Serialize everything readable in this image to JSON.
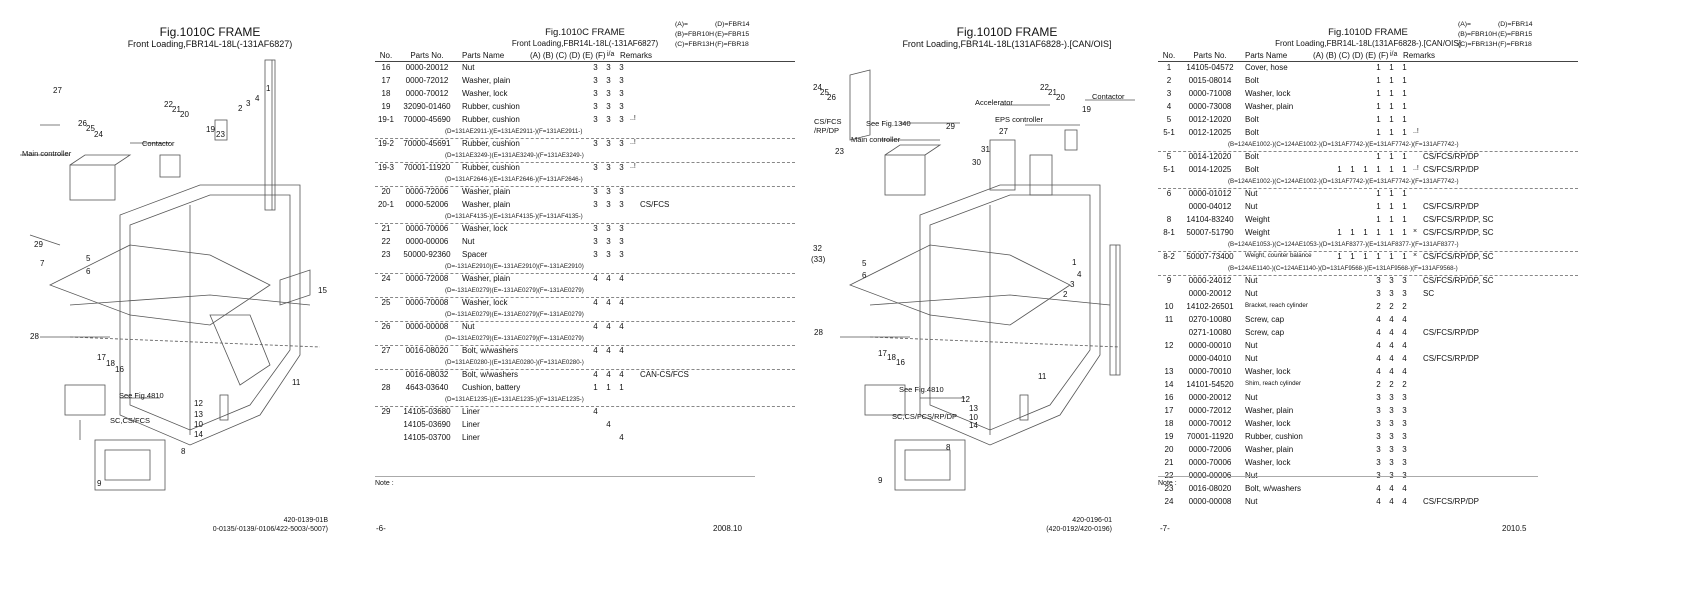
{
  "left": {
    "fig_title": "Fig.1010C  FRAME",
    "fig_sub": "Front Loading,FBR14L-18L(-131AF6827)",
    "labels": {
      "main_controller": "Main controller",
      "contactor": "Contactor",
      "see_fig": "See Fig.4810",
      "sc": "SC,CS/FCS"
    },
    "callouts": [
      "27",
      "26",
      "25",
      "24",
      "22",
      "21",
      "20",
      "1",
      "2",
      "3",
      "4",
      "19",
      "23",
      "29",
      "5",
      "6",
      "7",
      "15",
      "28",
      "17",
      "18",
      "16",
      "11",
      "12",
      "13",
      "10",
      "14",
      "8",
      "9"
    ],
    "drawing_code": "420-0139-01B",
    "drawing_ref": "0-0135/-0139/-0106/422-5003/-5007)",
    "table": {
      "title": "Fig.1010C  FRAME",
      "sub": "Front Loading,FBR14L-18L(-131AF6827)",
      "legend": [
        "(A)=",
        "(D)=FBR14",
        "(B)=FBR10H",
        "(E)=FBR15",
        "(C)=FBR13H",
        "(F)=FBR18"
      ],
      "headers": {
        "no": "No.",
        "pn": "Parts No.",
        "name": "Parts Name",
        "qty": "(A) (B) (C) (D) (E) (F)",
        "ia": "i/a",
        "rem": "Remarks"
      },
      "rows": [
        {
          "no": "16",
          "pn": "0000-20012",
          "name": "Nut",
          "q": [
            "",
            "",
            "",
            "3",
            "3",
            "3"
          ],
          "ia": "",
          "rem": ""
        },
        {
          "no": "17",
          "pn": "0000-72012",
          "name": "Washer, plain",
          "q": [
            "",
            "",
            "",
            "3",
            "3",
            "3"
          ],
          "ia": "",
          "rem": ""
        },
        {
          "no": "18",
          "pn": "0000-70012",
          "name": "Washer, lock",
          "q": [
            "",
            "",
            "",
            "3",
            "3",
            "3"
          ],
          "ia": "",
          "rem": ""
        },
        {
          "no": "19",
          "pn": "32090-01460",
          "name": "Rubber, cushion",
          "q": [
            "",
            "",
            "",
            "3",
            "3",
            "3"
          ],
          "ia": "",
          "rem": ""
        },
        {
          "no": "19-1",
          "pn": "70000-45690",
          "name": "Rubber, cushion",
          "q": [
            "",
            "",
            "",
            "3",
            "3",
            "3"
          ],
          "ia": "..!",
          "rem": "",
          "note": "(D=131AE2911-)(E=131AE2911-)(F=131AE2911-)"
        },
        {
          "no": "19-2",
          "pn": "70000-45691",
          "name": "Rubber, cushion",
          "q": [
            "",
            "",
            "",
            "3",
            "3",
            "3"
          ],
          "ia": "..!",
          "rem": "",
          "note": "(D=131AE3249-)(E=131AE3249-)(F=131AE3249-)"
        },
        {
          "no": "19-3",
          "pn": "70001-11920",
          "name": "Rubber, cushion",
          "q": [
            "",
            "",
            "",
            "3",
            "3",
            "3"
          ],
          "ia": "..!",
          "rem": "",
          "note": "(D=131AF2646-)(E=131AF2646-)(F=131AF2646-)"
        },
        {
          "no": "20",
          "pn": "0000-72006",
          "name": "Washer, plain",
          "q": [
            "",
            "",
            "",
            "3",
            "3",
            "3"
          ],
          "ia": "",
          "rem": ""
        },
        {
          "no": "20-1",
          "pn": "0000-52006",
          "name": "Washer, plain",
          "q": [
            "",
            "",
            "",
            "3",
            "3",
            "3"
          ],
          "ia": "",
          "rem": "CS/FCS",
          "note": "(D=131AF4135-)(E=131AF4135-)(F=131AF4135-)"
        },
        {
          "no": "21",
          "pn": "0000-70006",
          "name": "Washer, lock",
          "q": [
            "",
            "",
            "",
            "3",
            "3",
            "3"
          ],
          "ia": "",
          "rem": ""
        },
        {
          "no": "22",
          "pn": "0000-00006",
          "name": "Nut",
          "q": [
            "",
            "",
            "",
            "3",
            "3",
            "3"
          ],
          "ia": "",
          "rem": ""
        },
        {
          "no": "23",
          "pn": "50000-92360",
          "name": "Spacer",
          "q": [
            "",
            "",
            "",
            "3",
            "3",
            "3"
          ],
          "ia": "",
          "rem": "",
          "note": "(D=-131AE2910)(E=-131AE2910)(F=-131AE2910)"
        },
        {
          "no": "24",
          "pn": "0000-72008",
          "name": "Washer, plain",
          "q": [
            "",
            "",
            "",
            "4",
            "4",
            "4"
          ],
          "ia": "",
          "rem": "",
          "note": "(D=-131AE0279)(E=-131AE0279)(F=-131AE0279)"
        },
        {
          "no": "25",
          "pn": "0000-70008",
          "name": "Washer, lock",
          "q": [
            "",
            "",
            "",
            "4",
            "4",
            "4"
          ],
          "ia": "",
          "rem": "",
          "note": "(D=-131AE0279)(E=-131AE0279)(F=-131AE0279)"
        },
        {
          "no": "26",
          "pn": "0000-00008",
          "name": "Nut",
          "q": [
            "",
            "",
            "",
            "4",
            "4",
            "4"
          ],
          "ia": "",
          "rem": "",
          "note": "(D=-131AE0279)(E=-131AE0279)(F=-131AE0279)"
        },
        {
          "no": "27",
          "pn": "0016-08020",
          "name": "Bolt, w/washers",
          "q": [
            "",
            "",
            "",
            "4",
            "4",
            "4"
          ],
          "ia": "",
          "rem": "",
          "note": "(D=131AE0280-)(E=131AE0280-)(F=131AE0280-)"
        },
        {
          "no": "",
          "pn": "0016-08032",
          "name": "Bolt, w/washers",
          "q": [
            "",
            "",
            "",
            "4",
            "4",
            "4"
          ],
          "ia": "",
          "rem": "CAN-CS/FCS"
        },
        {
          "no": "28",
          "pn": "4643-03640",
          "name": "Cushion, battery",
          "q": [
            "",
            "",
            "",
            "1",
            "1",
            "1"
          ],
          "ia": "",
          "rem": "",
          "note": "(D=131AE1235-)(E=131AE1235-)(F=131AE1235-)"
        },
        {
          "no": "29",
          "pn": "14105-03680",
          "name": "Liner",
          "q": [
            "",
            "",
            "",
            "4",
            "",
            ""
          ],
          "ia": "",
          "rem": ""
        },
        {
          "no": "",
          "pn": "14105-03690",
          "name": "Liner",
          "q": [
            "",
            "",
            "",
            "",
            "4",
            ""
          ],
          "ia": "",
          "rem": ""
        },
        {
          "no": "",
          "pn": "14105-03700",
          "name": "Liner",
          "q": [
            "",
            "",
            "",
            "",
            "",
            "4"
          ],
          "ia": "",
          "rem": ""
        }
      ],
      "note_label": "Note :",
      "page": "-6-",
      "date": "2008.10"
    }
  },
  "right": {
    "fig_title": "Fig.1010D  FRAME",
    "fig_sub": "Front Loading,FBR14L-18L(131AF6828-).[CAN/OIS]",
    "labels": {
      "cs": "CS/FCS",
      "rp": "/RP/DP",
      "see1340": "See Fig.1340",
      "main_controller": "Main controller",
      "accelerator": "Accelerator",
      "eps": "EPS controller",
      "contactor": "Contactor",
      "see_fig": "See Fig.4810",
      "sc": "SC,CS/FCS/RP/DP"
    },
    "callouts": [
      "24",
      "25",
      "26",
      "23",
      "29",
      "30",
      "31",
      "27",
      "22",
      "21",
      "20",
      "19",
      "1",
      "2",
      "3",
      "4",
      "5",
      "6",
      "32",
      "(33)",
      "28",
      "17",
      "18",
      "16",
      "11",
      "12",
      "13",
      "10",
      "14",
      "8",
      "9"
    ],
    "drawing_code": "420-0196-01",
    "drawing_ref": "(420-0192/420-0196)",
    "table": {
      "title": "Fig.1010D  FRAME",
      "sub": "Front Loading,FBR14L-18L(131AF6828-).[CAN/OIS]",
      "legend": [
        "(A)=",
        "(D)=FBR14",
        "(B)=FBR10H",
        "(E)=FBR15",
        "(C)=FBR13H",
        "(F)=FBR18"
      ],
      "headers": {
        "no": "No.",
        "pn": "Parts No.",
        "name": "Parts Name",
        "qty": "(A) (B) (C) (D) (E) (F)",
        "ia": "i/a",
        "rem": "Remarks"
      },
      "rows": [
        {
          "no": "1",
          "pn": "14105-04572",
          "name": "Cover, hose",
          "q": [
            "",
            "",
            "",
            "1",
            "1",
            "1"
          ],
          "ia": "",
          "rem": ""
        },
        {
          "no": "2",
          "pn": "0015-08014",
          "name": "Bolt",
          "q": [
            "",
            "",
            "",
            "1",
            "1",
            "1"
          ],
          "ia": "",
          "rem": ""
        },
        {
          "no": "3",
          "pn": "0000-71008",
          "name": "Washer, lock",
          "q": [
            "",
            "",
            "",
            "1",
            "1",
            "1"
          ],
          "ia": "",
          "rem": ""
        },
        {
          "no": "4",
          "pn": "0000-73008",
          "name": "Washer, plain",
          "q": [
            "",
            "",
            "",
            "1",
            "1",
            "1"
          ],
          "ia": "",
          "rem": ""
        },
        {
          "no": "5",
          "pn": "0012-12020",
          "name": "Bolt",
          "q": [
            "",
            "",
            "",
            "1",
            "1",
            "1"
          ],
          "ia": "",
          "rem": ""
        },
        {
          "no": "5-1",
          "pn": "0012-12025",
          "name": "Bolt",
          "q": [
            "",
            "",
            "",
            "1",
            "1",
            "1"
          ],
          "ia": "..!",
          "rem": "",
          "note": "(B=124AE1002-)(C=124AE1002-)(D=131AF7742-)(E=131AF7742-)(F=131AF7742-)"
        },
        {
          "no": "5",
          "pn": "0014-12020",
          "name": "Bolt",
          "q": [
            "",
            "",
            "",
            "1",
            "1",
            "1"
          ],
          "ia": "",
          "rem": "CS/FCS/RP/DP"
        },
        {
          "no": "5-1",
          "pn": "0014-12025",
          "name": "Bolt",
          "q": [
            "1",
            "1",
            "1",
            "1",
            "1",
            "1"
          ],
          "ia": "..!",
          "rem": "CS/FCS/RP/DP",
          "note": "(B=124AE1002-)(C=124AE1002-)(D=131AF7742-)(E=131AF7742-)(F=131AF7742-)"
        },
        {
          "no": "6",
          "pn": "0000-01012",
          "name": "Nut",
          "q": [
            "",
            "",
            "",
            "1",
            "1",
            "1"
          ],
          "ia": "",
          "rem": ""
        },
        {
          "no": "",
          "pn": "0000-04012",
          "name": "Nut",
          "q": [
            "",
            "",
            "",
            "1",
            "1",
            "1"
          ],
          "ia": "",
          "rem": "CS/FCS/RP/DP"
        },
        {
          "no": "8",
          "pn": "14104-83240",
          "name": "Weight",
          "q": [
            "",
            "",
            "",
            "1",
            "1",
            "1"
          ],
          "ia": "",
          "rem": "CS/FCS/RP/DP, SC"
        },
        {
          "no": "8-1",
          "pn": "50007-51790",
          "name": "Weight",
          "q": [
            "1",
            "1",
            "1",
            "1",
            "1",
            "1"
          ],
          "ia": "×",
          "rem": "CS/FCS/RP/DP, SC",
          "note": "(B=124AE1053-)(C=124AE1053-)(D=131AF8377-)(E=131AF8377-)(F=131AF8377-)"
        },
        {
          "no": "8-2",
          "pn": "50007-73400",
          "name": "Weight, counter balance",
          "small": true,
          "q": [
            "1",
            "1",
            "1",
            "1",
            "1",
            "1"
          ],
          "ia": "×",
          "rem": "CS/FCS/RP/DP, SC",
          "note": "(B=124AE1140-)(C=124AE1140-)(D=131AF9568-)(E=131AF9568-)(F=131AF9568-)"
        },
        {
          "no": "9",
          "pn": "0000-24012",
          "name": "Nut",
          "q": [
            "",
            "",
            "",
            "3",
            "3",
            "3"
          ],
          "ia": "",
          "rem": "CS/FCS/RP/DP, SC"
        },
        {
          "no": "",
          "pn": "0000-20012",
          "name": "Nut",
          "q": [
            "",
            "",
            "",
            "3",
            "3",
            "3"
          ],
          "ia": "",
          "rem": "SC"
        },
        {
          "no": "10",
          "pn": "14102-26501",
          "name": "Bracket, reach cylinder",
          "small": true,
          "q": [
            "",
            "",
            "",
            "2",
            "2",
            "2"
          ],
          "ia": "",
          "rem": ""
        },
        {
          "no": "11",
          "pn": "0270-10080",
          "name": "Screw, cap",
          "q": [
            "",
            "",
            "",
            "4",
            "4",
            "4"
          ],
          "ia": "",
          "rem": ""
        },
        {
          "no": "",
          "pn": "0271-10080",
          "name": "Screw, cap",
          "q": [
            "",
            "",
            "",
            "4",
            "4",
            "4"
          ],
          "ia": "",
          "rem": "CS/FCS/RP/DP"
        },
        {
          "no": "12",
          "pn": "0000-00010",
          "name": "Nut",
          "q": [
            "",
            "",
            "",
            "4",
            "4",
            "4"
          ],
          "ia": "",
          "rem": ""
        },
        {
          "no": "",
          "pn": "0000-04010",
          "name": "Nut",
          "q": [
            "",
            "",
            "",
            "4",
            "4",
            "4"
          ],
          "ia": "",
          "rem": "CS/FCS/RP/DP"
        },
        {
          "no": "13",
          "pn": "0000-70010",
          "name": "Washer, lock",
          "q": [
            "",
            "",
            "",
            "4",
            "4",
            "4"
          ],
          "ia": "",
          "rem": ""
        },
        {
          "no": "14",
          "pn": "14101-54520",
          "name": "Shim, reach cylinder",
          "small": true,
          "q": [
            "",
            "",
            "",
            "2",
            "2",
            "2"
          ],
          "ia": "",
          "rem": ""
        },
        {
          "no": "16",
          "pn": "0000-20012",
          "name": "Nut",
          "q": [
            "",
            "",
            "",
            "3",
            "3",
            "3"
          ],
          "ia": "",
          "rem": ""
        },
        {
          "no": "17",
          "pn": "0000-72012",
          "name": "Washer, plain",
          "q": [
            "",
            "",
            "",
            "3",
            "3",
            "3"
          ],
          "ia": "",
          "rem": ""
        },
        {
          "no": "18",
          "pn": "0000-70012",
          "name": "Washer, lock",
          "q": [
            "",
            "",
            "",
            "3",
            "3",
            "3"
          ],
          "ia": "",
          "rem": ""
        },
        {
          "no": "19",
          "pn": "70001-11920",
          "name": "Rubber, cushion",
          "q": [
            "",
            "",
            "",
            "3",
            "3",
            "3"
          ],
          "ia": "",
          "rem": ""
        },
        {
          "no": "20",
          "pn": "0000-72006",
          "name": "Washer, plain",
          "q": [
            "",
            "",
            "",
            "3",
            "3",
            "3"
          ],
          "ia": "",
          "rem": ""
        },
        {
          "no": "21",
          "pn": "0000-70006",
          "name": "Washer, lock",
          "q": [
            "",
            "",
            "",
            "3",
            "3",
            "3"
          ],
          "ia": "",
          "rem": ""
        },
        {
          "no": "22",
          "pn": "0000-00006",
          "name": "Nut",
          "q": [
            "",
            "",
            "",
            "3",
            "3",
            "3"
          ],
          "ia": "",
          "rem": ""
        },
        {
          "no": "23",
          "pn": "0016-08020",
          "name": "Bolt, w/washers",
          "q": [
            "",
            "",
            "",
            "4",
            "4",
            "4"
          ],
          "ia": "",
          "rem": ""
        },
        {
          "no": "24",
          "pn": "0000-00008",
          "name": "Nut",
          "q": [
            "",
            "",
            "",
            "4",
            "4",
            "4"
          ],
          "ia": "",
          "rem": "CS/FCS/RP/DP"
        }
      ],
      "note_label": "Note :",
      "page": "-7-",
      "date": "2010.5"
    }
  }
}
